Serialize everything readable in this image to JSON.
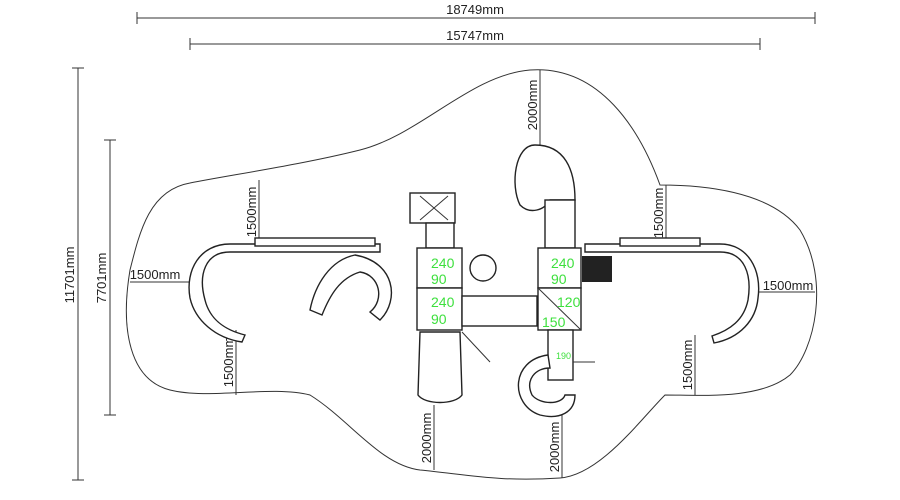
{
  "dimensions": {
    "overall_width": "18749mm",
    "inner_width": "15747mm",
    "overall_height": "11701mm",
    "inner_height": "7701mm",
    "clearance_left_top": "1500mm",
    "clearance_left": "1500mm",
    "clearance_left_bottom": "1500mm",
    "clearance_top_center": "2000mm",
    "clearance_right_top": "1500mm",
    "clearance_right": "1500mm",
    "clearance_right_bottom": "1500mm",
    "clearance_bottom_left": "2000mm",
    "clearance_bottom_right": "2000mm"
  },
  "platforms": {
    "p1_height": "240",
    "p1_size": "90",
    "p2_height": "240",
    "p2_size": "90",
    "p3_height": "240",
    "p3_size": "90",
    "p4_a": "120",
    "p4_b": "150",
    "slide_label": "190"
  },
  "colors": {
    "label_green": "#3ee03e"
  }
}
